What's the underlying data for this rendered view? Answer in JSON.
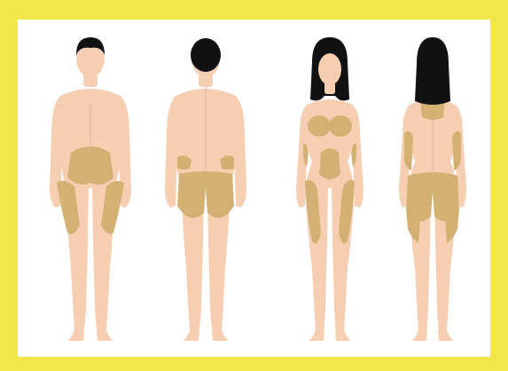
{
  "colors": {
    "frame": "#f1e64a",
    "background": "#ffffff",
    "skin": "#f6cfb3",
    "skin_shade": "#eebfa0",
    "fat_area": "#d3b173",
    "hair": "#111111",
    "line": "#d8a88a"
  },
  "figures": [
    {
      "id": "male-front",
      "sex": "male",
      "view": "front"
    },
    {
      "id": "male-back",
      "sex": "male",
      "view": "back"
    },
    {
      "id": "female-front",
      "sex": "female",
      "view": "front"
    },
    {
      "id": "female-back",
      "sex": "female",
      "view": "back"
    }
  ]
}
